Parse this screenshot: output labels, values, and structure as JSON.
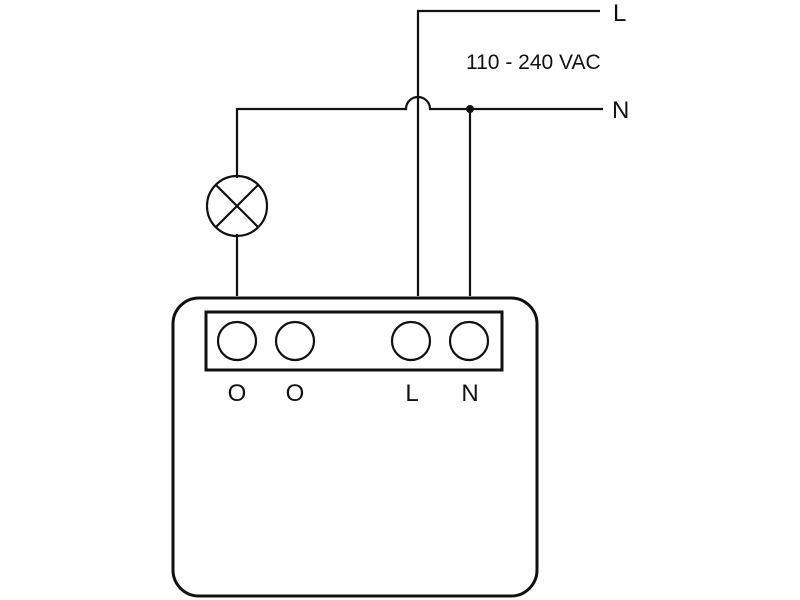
{
  "diagram": {
    "title": "Wiring diagram: relay module with lamp",
    "supply": {
      "voltage_label": "110 - 240 VAC",
      "line_label": "L",
      "neutral_label": "N"
    },
    "load": {
      "type": "lamp",
      "icon": "lamp-icon"
    },
    "device": {
      "terminals": [
        {
          "label": "O",
          "connected_to": "lamp"
        },
        {
          "label": "O",
          "connected_to": ""
        },
        {
          "label": "L",
          "connected_to": "line"
        },
        {
          "label": "N",
          "connected_to": "neutral"
        }
      ]
    },
    "colors": {
      "stroke": "#111111",
      "background": "#ffffff"
    }
  }
}
